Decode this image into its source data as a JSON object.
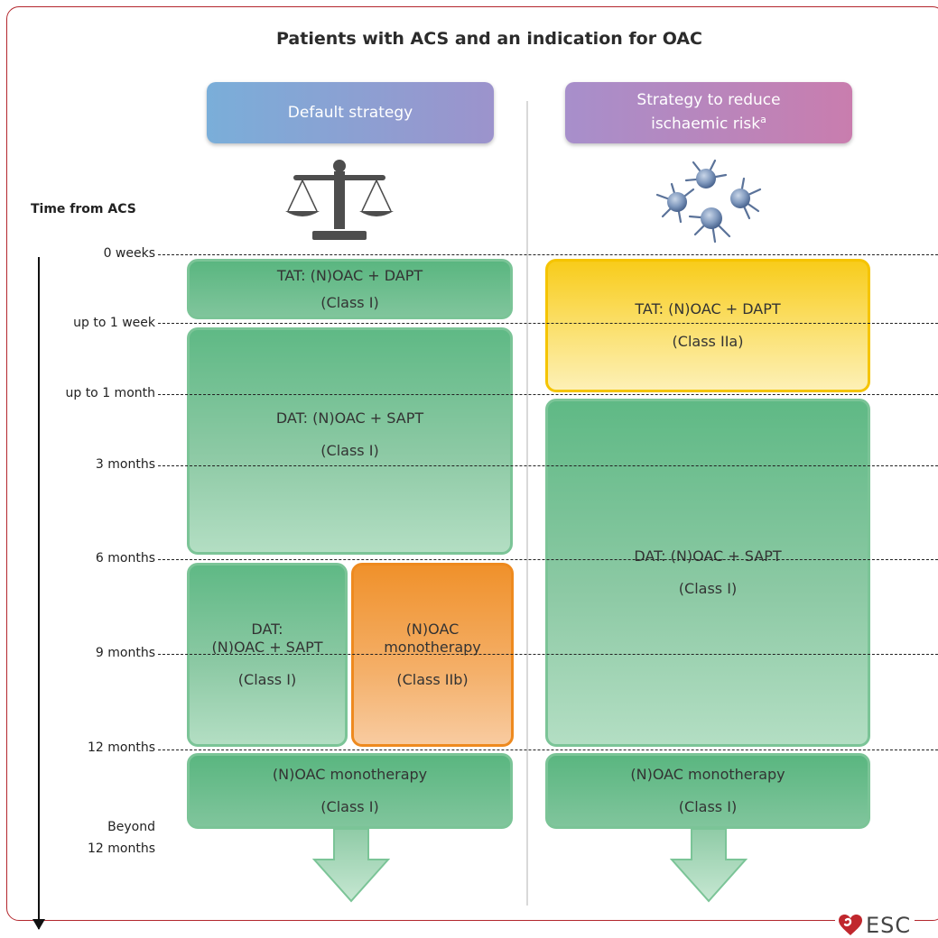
{
  "title": "Patients with ACS and an indication for OAC",
  "headers": {
    "default": "Default strategy",
    "reduce_line1": "Strategy to reduce",
    "reduce_line2": "ischaemic risk",
    "reduce_sup": "a"
  },
  "axis_label": "Time from ACS",
  "ticks": {
    "t0": "0 weeks",
    "t1": "up to 1 week",
    "t2": "up to 1 month",
    "t3": "3 months",
    "t4": "6 months",
    "t5": "9 months",
    "t6": "12 months",
    "t7a": "Beyond",
    "t7b": "12 months"
  },
  "default_strategy": {
    "tat": {
      "label": "TAT: (N)OAC + DAPT",
      "class": "(Class I)"
    },
    "dat": {
      "label": "DAT: (N)OAC + SAPT",
      "class": "(Class I)"
    },
    "dat_split": {
      "line1": "DAT:",
      "line2": "(N)OAC + SAPT",
      "class": "(Class I)"
    },
    "mono_split": {
      "line1": "(N)OAC",
      "line2": "monotherapy",
      "class": "(Class IIb)"
    },
    "mono": {
      "label": "(N)OAC monotherapy",
      "class": "(Class I)"
    }
  },
  "reduce_strategy": {
    "tat": {
      "label": "TAT: (N)OAC + DAPT",
      "class": "(Class IIa)"
    },
    "dat": {
      "label": "DAT: (N)OAC + SAPT",
      "class": "(Class I)"
    },
    "mono": {
      "label": "(N)OAC monotherapy",
      "class": "(Class I)"
    }
  },
  "logo": "ESC",
  "colors": {
    "green": "#5fb985",
    "yellow": "#f8cc1b",
    "orange": "#f0912b",
    "frame": "#b3272d",
    "heart": "#c0272d"
  },
  "icons": [
    "balance-scale-icon",
    "platelets-icon",
    "heart-logo-icon"
  ]
}
